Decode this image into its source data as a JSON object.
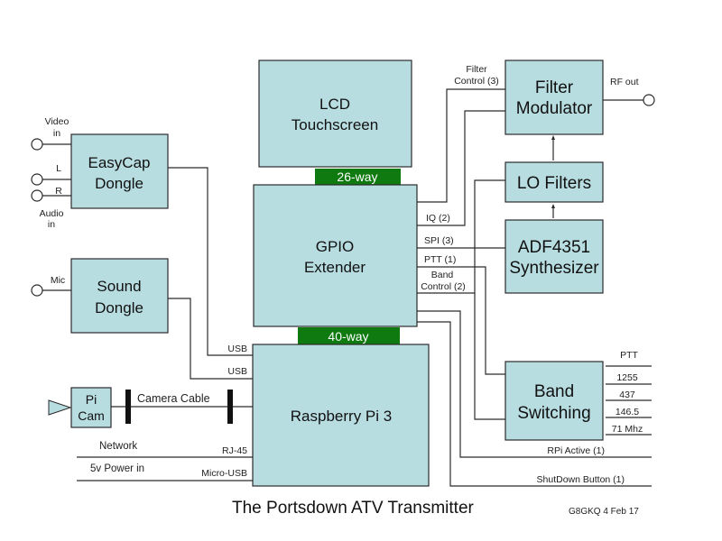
{
  "title": "The Portsdown ATV Transmitter",
  "credit": "G8GKQ 4 Feb 17",
  "colors": {
    "box_fill": "#b8dde1",
    "connector_fill": "#0e7a10",
    "line": "#2b2b2b"
  },
  "blocks": {
    "lcd": [
      "LCD",
      "Touchscreen"
    ],
    "gpio": [
      "GPIO",
      "Extender"
    ],
    "rpi": [
      "Raspberry Pi 3"
    ],
    "easycap": [
      "EasyCap",
      "Dongle"
    ],
    "sound": [
      "Sound",
      "Dongle"
    ],
    "picam": [
      "Pi",
      "Cam"
    ],
    "filter_mod": [
      "Filter",
      "Modulator"
    ],
    "lo_filters": [
      "LO Filters"
    ],
    "adf": [
      "ADF4351",
      "Synthesizer"
    ],
    "band": [
      "Band",
      "Switching"
    ]
  },
  "connectors": {
    "top": "26-way",
    "bottom": "40-way"
  },
  "labels": {
    "video_in": [
      "Video",
      "in"
    ],
    "audio_l": "L",
    "audio_r": "R",
    "audio_in": [
      "Audio",
      "in"
    ],
    "mic": "Mic",
    "usb1": "USB",
    "usb2": "USB",
    "camera_cable": "Camera Cable",
    "network": "Network",
    "rj45": "RJ-45",
    "power_in": "5v Power in",
    "micro_usb": "Micro-USB",
    "filter_control": [
      "Filter",
      "Control (3)"
    ],
    "rf_out": "RF out",
    "iq": "IQ (2)",
    "spi": "SPI (3)",
    "ptt1": "PTT (1)",
    "band_control": [
      "Band",
      "Control (2)"
    ],
    "ptt": "PTT",
    "band_outputs": [
      "1255",
      "437",
      "146.5",
      "71 Mhz"
    ],
    "rpi_active": "RPi Active (1)",
    "shutdown": "ShutDown Button (1)"
  }
}
